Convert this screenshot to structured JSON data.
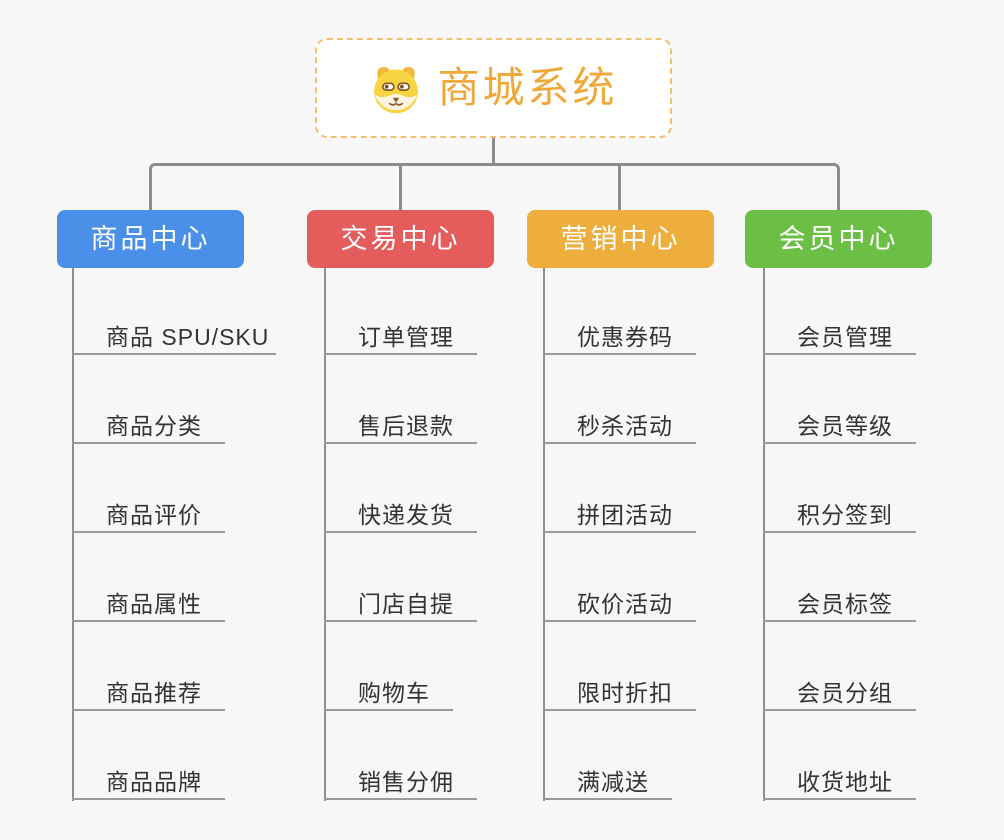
{
  "page": {
    "background_color": "#f7f7f7"
  },
  "connectors": {
    "line_color": "#8d8d8d",
    "underline_color": "#9a9a9a"
  },
  "root": {
    "title": "商城系统",
    "icon": "dog-face-icon",
    "text_color": "#f0a839",
    "border_color": "#f2c071",
    "background": "#ffffff"
  },
  "branches": [
    {
      "label": "商品中心",
      "color": "#4a8fe8",
      "children": [
        "商品 SPU/SKU",
        "商品分类",
        "商品评价",
        "商品属性",
        "商品推荐",
        "商品品牌"
      ]
    },
    {
      "label": "交易中心",
      "color": "#e45c5c",
      "children": [
        "订单管理",
        "售后退款",
        "快递发货",
        "门店自提",
        "购物车",
        "销售分佣"
      ]
    },
    {
      "label": "营销中心",
      "color": "#eeae3e",
      "children": [
        "优惠券码",
        "秒杀活动",
        "拼团活动",
        "砍价活动",
        "限时折扣",
        "满减送"
      ]
    },
    {
      "label": "会员中心",
      "color": "#6cbf45",
      "children": [
        "会员管理",
        "会员等级",
        "积分签到",
        "会员标签",
        "会员分组",
        "收货地址"
      ]
    }
  ],
  "sub_topic_style": {
    "text_color": "#333333"
  }
}
